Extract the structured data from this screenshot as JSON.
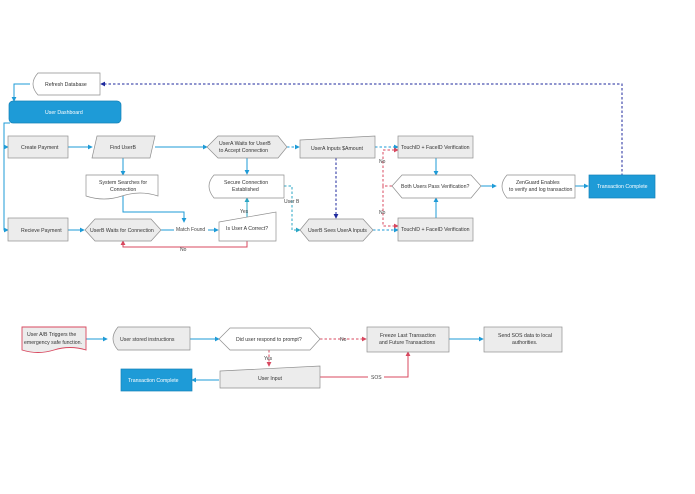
{
  "nodes": {
    "refresh_database": "Refresh Database",
    "user_dashboard": "User Dashboard",
    "create_payment": "Create Payment",
    "find_userb": "Find UserB",
    "usera_waits": [
      "UserA Waits for UserB",
      "to Accept Connection"
    ],
    "usera_inputs_amount": "UserA Inputs $Amount",
    "touchid_faceid_top": "TouchID + FaceID Verification",
    "system_searches": [
      "System Searches for",
      "Connection"
    ],
    "secure_connection": [
      "Secure Connection",
      "Established"
    ],
    "both_users_pass": "Both Users Pass Verification?",
    "zenguard": [
      "ZenGuard Enables",
      "to verify and log transaction"
    ],
    "transaction_complete_top": "Transaction Complete",
    "recieve_payment": "Recieve Payment",
    "userb_waits": "UserB Waits for Connection",
    "is_user_a_correct": "Is User A Correct?",
    "userb_sees_input": "UserB Sees UserA Inputs",
    "touchid_faceid_bottom": "TouchID + FaceID Verification",
    "user_triggers": [
      "User A/B Triggers the",
      "emergency safe function."
    ],
    "user_stored_instructions": "User stored instructions",
    "did_user_respond": "Did user respond to prompt?",
    "freeze_transaction": [
      "Freeze Last Transaction",
      "and Future Transactions"
    ],
    "send_sos": [
      "Send SOS data to local",
      "authorities."
    ],
    "user_input": "User Input",
    "transaction_complete_bottom": "Transaction Complete"
  },
  "edge_labels": {
    "match_found": "Match Found",
    "no_loop": "No",
    "yes_correct": "Yes",
    "user_b": "User B",
    "no_top": "No",
    "no_bottom": "No",
    "respond_no": "No",
    "respond_yes": "Yes",
    "sos": "SOS"
  },
  "colors": {
    "accent_blue": "#1e9bd7",
    "navy": "#1f2a9e",
    "alert_red": "#d8485f",
    "node_grey": "#ececec"
  }
}
